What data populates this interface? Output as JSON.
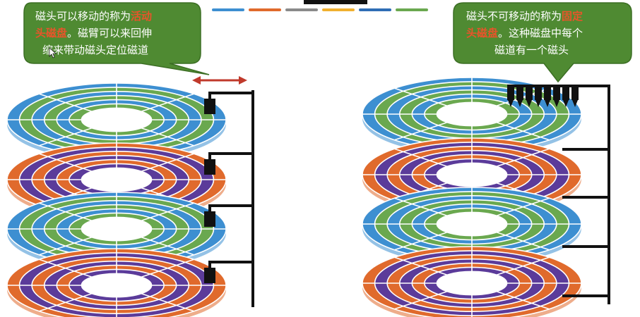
{
  "legend_colors": [
    "#3d8fd1",
    "#e06a2c",
    "#8a8a8a",
    "#f0b030",
    "#2f6db5",
    "#6aa84f"
  ],
  "left_callout": {
    "line1": "磁头可以移动的称为",
    "line1_hl": "活动",
    "line2_hl": "头磁盘",
    "line2": "。磁臂可以来回伸",
    "line3": "缩来带动磁头定位磁道"
  },
  "right_callout": {
    "line1": "磁头不可移动的称为",
    "line1_hl": "固定",
    "line2_hl": "头磁盘",
    "line2": "。这种磁盘中每个",
    "line3": "磁道有一个磁头"
  },
  "colors": {
    "callout_fill": "#4f8a32",
    "callout_stroke": "#3c6e24",
    "highlight": "#e8542a",
    "arrow": "#c0392b",
    "arm": "#111111",
    "blue": "#3d8fd1",
    "orange": "#e06a2c",
    "green": "#6aa84f",
    "purple": "#5b3b9a"
  },
  "left_platters": [
    {
      "scheme": "blue-green"
    },
    {
      "scheme": "orange-purple"
    },
    {
      "scheme": "blue-green"
    },
    {
      "scheme": "orange-purple"
    }
  ],
  "right_platters": [
    {
      "scheme": "blue-green"
    },
    {
      "scheme": "orange-purple"
    },
    {
      "scheme": "blue-green"
    },
    {
      "scheme": "orange-purple"
    }
  ]
}
